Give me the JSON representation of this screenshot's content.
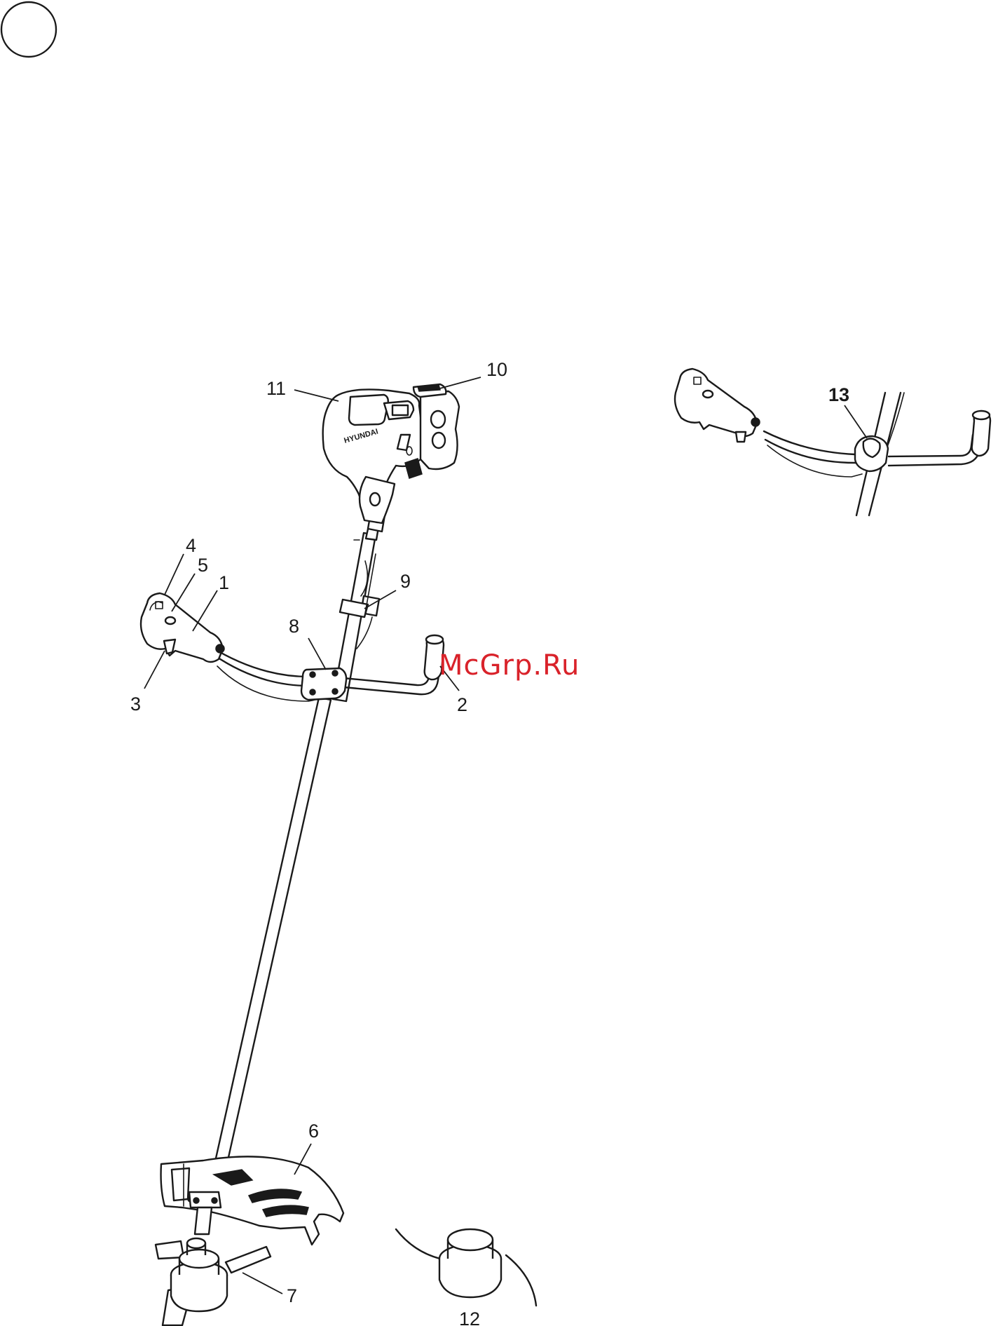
{
  "page": {
    "section_marker": "",
    "watermark": "McGrp.Ru"
  },
  "callouts": [
    {
      "id": "1",
      "label": "1"
    },
    {
      "id": "2",
      "label": "2"
    },
    {
      "id": "3",
      "label": "3"
    },
    {
      "id": "4",
      "label": "4"
    },
    {
      "id": "5",
      "label": "5"
    },
    {
      "id": "6",
      "label": "6"
    },
    {
      "id": "7",
      "label": "7"
    },
    {
      "id": "8",
      "label": "8"
    },
    {
      "id": "9",
      "label": "9"
    },
    {
      "id": "10",
      "label": "10"
    },
    {
      "id": "11",
      "label": "11"
    },
    {
      "id": "12",
      "label": "12"
    },
    {
      "id": "13",
      "label": "13"
    }
  ],
  "engine_brand": "HYUNDAI",
  "colors": {
    "line": "#1a1a1a",
    "watermark": "#d9222a",
    "background": "#ffffff"
  }
}
